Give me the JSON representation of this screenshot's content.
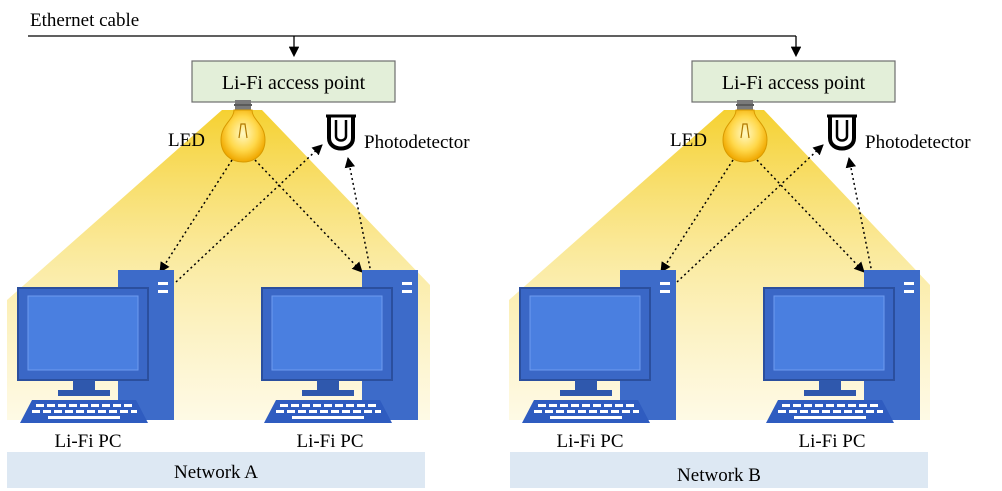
{
  "cable_label": "Ethernet cable",
  "networks": [
    {
      "id": "a",
      "access_point_label": "Li-Fi access point",
      "led_label": "LED",
      "photodetector_label": "Photodetector",
      "pc_labels": [
        "Li-Fi PC",
        "Li-Fi PC"
      ],
      "network_label": "Network A"
    },
    {
      "id": "b",
      "access_point_label": "Li-Fi access point",
      "led_label": "LED",
      "photodetector_label": "Photodetector",
      "pc_labels": [
        "Li-Fi PC",
        "Li-Fi PC"
      ],
      "network_label": "Network B"
    }
  ],
  "colors": {
    "access_point_fill": "#e3efd9",
    "network_bar_fill": "#dde8f3",
    "light_cone": "#f5d000",
    "pc_blue": "#3f6fd0",
    "pc_dark": "#2b4f9e",
    "screen": "#4a7fe0"
  },
  "icons": {
    "led": "light-bulb-icon",
    "photodetector": "photodetector-icon",
    "pc": "desktop-computer-icon"
  }
}
